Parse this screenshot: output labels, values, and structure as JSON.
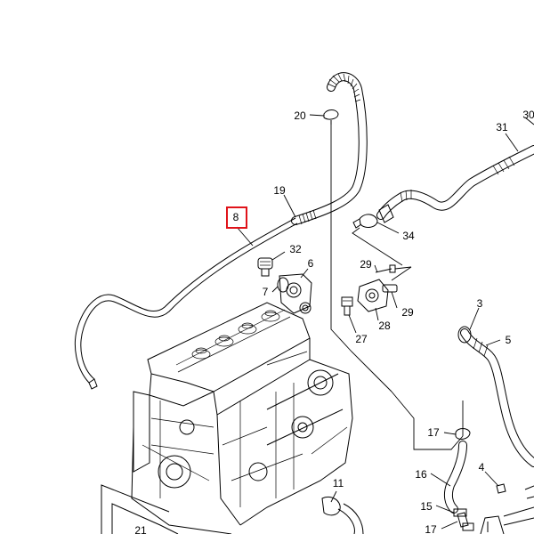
{
  "diagram": {
    "callouts": [
      {
        "id": "c8",
        "text": "8",
        "highlighted": true
      },
      {
        "id": "c19",
        "text": "19"
      },
      {
        "id": "c20",
        "text": "20"
      },
      {
        "id": "c30",
        "text": "30"
      },
      {
        "id": "c31",
        "text": "31"
      },
      {
        "id": "c34",
        "text": "34"
      },
      {
        "id": "c32",
        "text": "32"
      },
      {
        "id": "c6",
        "text": "6"
      },
      {
        "id": "c7",
        "text": "7"
      },
      {
        "id": "c29a",
        "text": "29"
      },
      {
        "id": "c29b",
        "text": "29"
      },
      {
        "id": "c28",
        "text": "28"
      },
      {
        "id": "c27",
        "text": "27"
      },
      {
        "id": "c3",
        "text": "3"
      },
      {
        "id": "c5",
        "text": "5"
      },
      {
        "id": "c17a",
        "text": "17"
      },
      {
        "id": "c16",
        "text": "16"
      },
      {
        "id": "c15",
        "text": "15"
      },
      {
        "id": "c17b",
        "text": "17"
      },
      {
        "id": "c4",
        "text": "4"
      },
      {
        "id": "c11",
        "text": "11"
      },
      {
        "id": "c21",
        "text": "21"
      }
    ],
    "highlight_color": "#e0131a",
    "line_color": "#000000"
  }
}
